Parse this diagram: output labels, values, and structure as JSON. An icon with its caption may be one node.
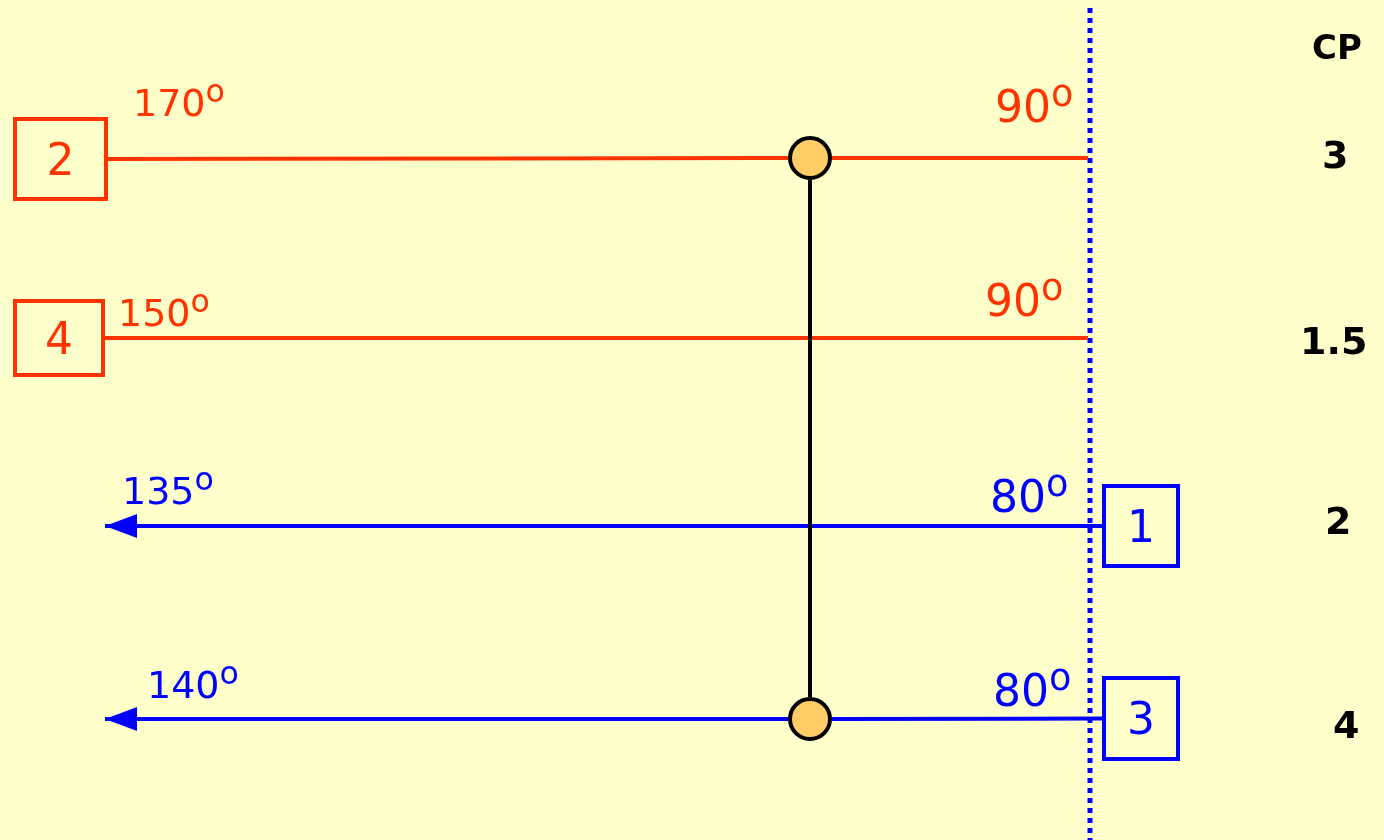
{
  "diagram": {
    "nodes": [
      {
        "text": [
          "2"
        ]
      },
      {
        "text": [],
        "shape": "circle"
      },
      {
        "text": [
          "4"
        ]
      },
      {
        "text": [
          "1"
        ]
      },
      {
        "text": [
          "3"
        ]
      },
      {
        "text": [],
        "shape": "circle"
      }
    ],
    "edges": [
      {
        "from": 0,
        "to": 1,
        "arrow": "none",
        "color": "#ff3300"
      },
      {
        "from": 1,
        "to": null,
        "arrow": "none",
        "color": "#ff3300"
      },
      {
        "from": 2,
        "to": null,
        "arrow": "none",
        "color": "#ff3300"
      },
      {
        "from": 3,
        "to": null,
        "arrow": "to",
        "color": "#0000ff"
      },
      {
        "from": 4,
        "to": 5,
        "arrow": "none",
        "color": "#0000ff"
      },
      {
        "from": 5,
        "to": null,
        "arrow": "to",
        "color": "#0000ff"
      },
      {
        "from": 1,
        "to": 5,
        "arrow": "none",
        "color": "#000000"
      }
    ],
    "labels": [
      "CP",
      "170$^{o}$",
      "90$^{o}$",
      "3",
      "150$^{o}$",
      "90$^{o}$",
      "1.5",
      "135$^{o}$",
      "80$^{o}$",
      "2",
      "140$^{o}$",
      "80$^{o}$",
      "4"
    ]
  }
}
